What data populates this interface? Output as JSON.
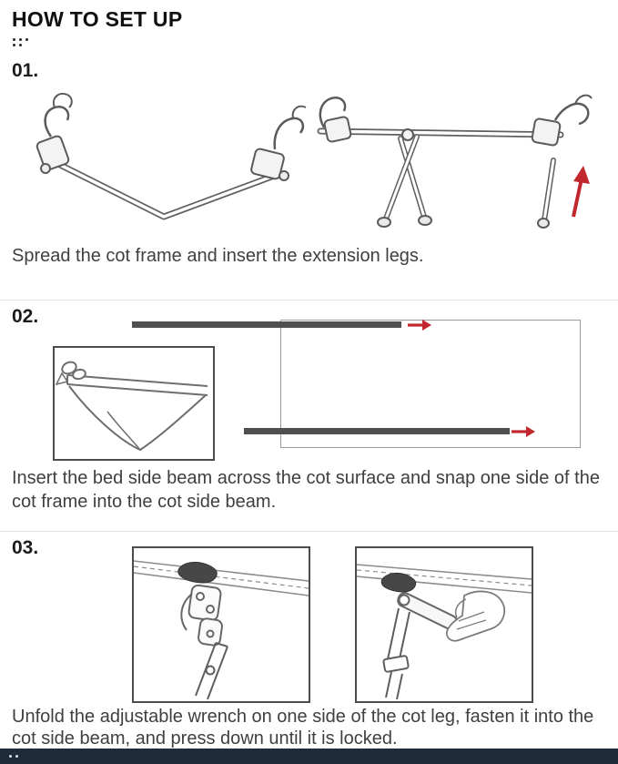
{
  "page": {
    "title": "HOW TO SET UP"
  },
  "colors": {
    "accent_red": "#c1272d",
    "footer_navy": "#1e2b3b",
    "beam_gray": "#4f4f4f",
    "heading_black": "#101010",
    "caption_gray": "#3f3f3f",
    "divider_gray": "#e2e2e2"
  },
  "steps": [
    {
      "number": "01.",
      "caption": "Spread the cot frame and insert the extension legs.",
      "illustration_alt": "folded cot frame and spread cot frame with extension leg, red up arrow"
    },
    {
      "number": "02.",
      "caption": "Insert the bed side beam across the cot surface and snap one side of the cot frame into the cot side beam.",
      "illustration_alt": "side beams sliding through cot surface sleeves with red right arrows; corner detail inset"
    },
    {
      "number": "03.",
      "caption": "Unfold the adjustable wrench on one side of the cot leg, fasten it into the cot side beam, and press down until it is locked.",
      "illustration_alt": "close-up of adjustable wrench on cot leg; hand pressing wrench down"
    }
  ],
  "icons": {
    "red_arrow_up": "↑",
    "red_arrow_right": "→",
    "title_accent_dots": "· · · / · ·"
  }
}
